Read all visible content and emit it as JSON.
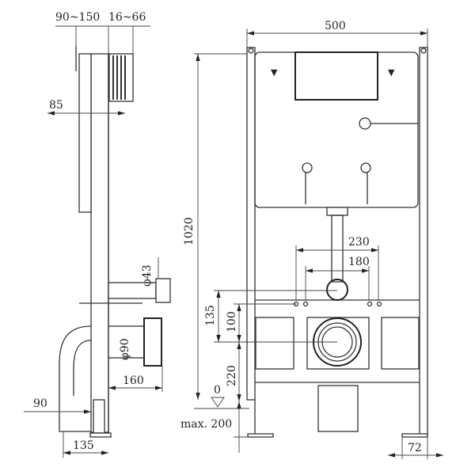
{
  "drawing": {
    "side_view": {
      "dim_depth_range": "90~150",
      "dim_button_range": "16~66",
      "dim_85": "85",
      "dim_phi43": "φ43",
      "dim_phi90": "φ90",
      "dim_160": "160",
      "dim_90": "90",
      "dim_135": "135"
    },
    "front_view": {
      "dim_width": "500",
      "dim_height": "1020",
      "dim_230": "230",
      "dim_180": "180",
      "dim_135": "135",
      "dim_100": "100",
      "dim_220": "220",
      "floor_level": "0",
      "dim_max": "max. 200",
      "dim_72": "72"
    }
  }
}
